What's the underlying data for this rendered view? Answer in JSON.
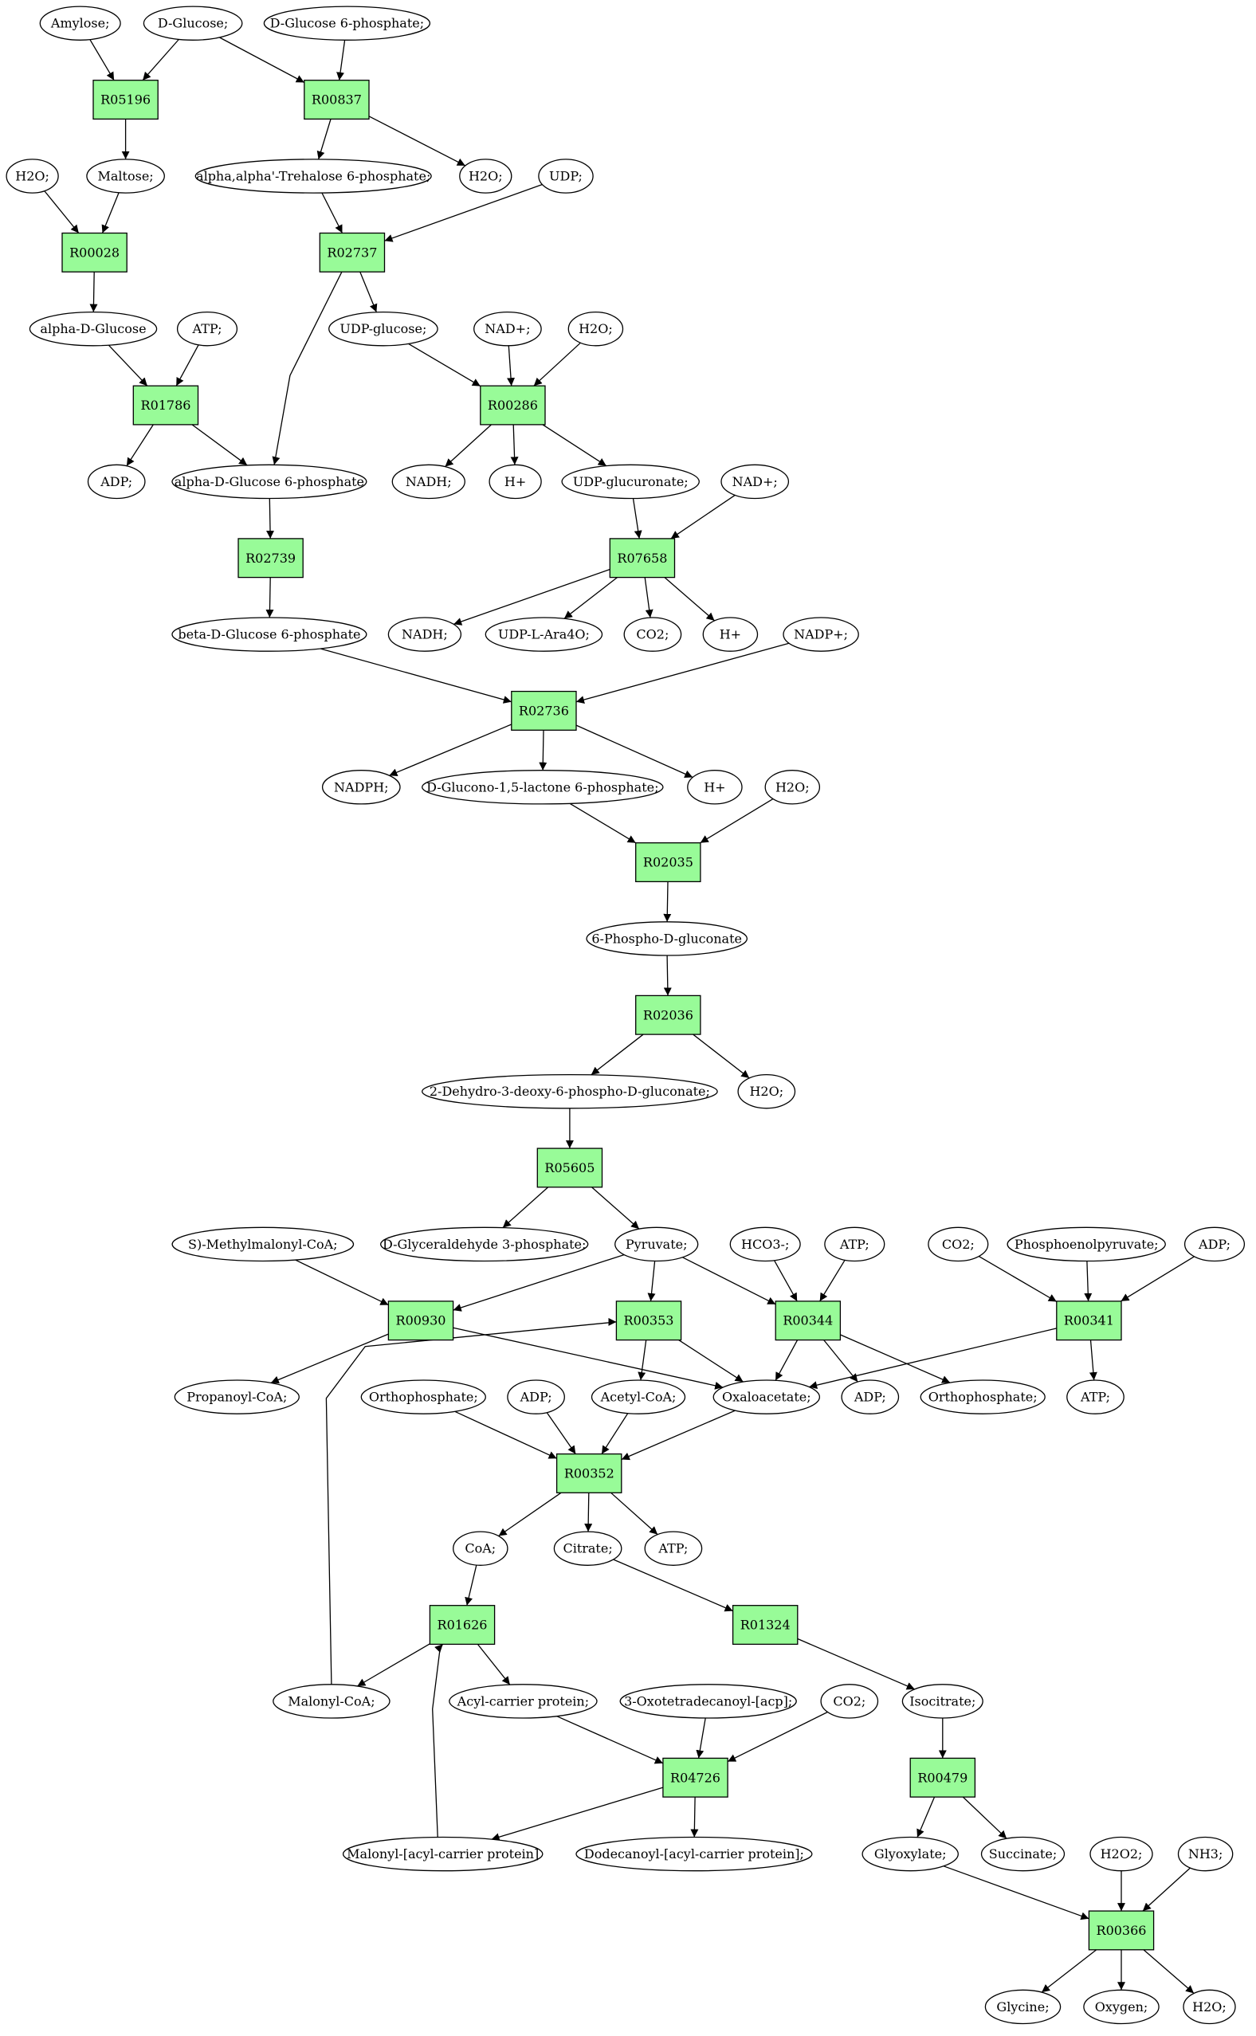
{
  "colors": {
    "reaction": "#98fb98",
    "metabolite": "#ffffff",
    "start": "#00ee00",
    "end": "#ffff00",
    "stroke": "#000000"
  },
  "nodes": {
    "amylose": "Amylose;",
    "dglucose": "D-Glucose;",
    "dg6p_top": "D-Glucose 6-phosphate;",
    "R05196": "R05196",
    "R00837": "R00837",
    "h2o_1": "H2O;",
    "maltose": "Maltose;",
    "trehalose6p": "alpha,alpha'-Trehalose 6-phosphate;",
    "h2o_2": "H2O;",
    "udp_1": "UDP;",
    "R00028": "R00028",
    "R02737": "R02737",
    "adglucose": "alpha-D-Glucose",
    "atp_1": "ATP;",
    "udpglucose": "UDP-glucose;",
    "nad_1": "NAD+;",
    "h2o_3": "H2O;",
    "R01786": "R01786",
    "R00286": "R00286",
    "adp_1": "ADP;",
    "adg6p": "alpha-D-Glucose 6-phosphate",
    "nadh_1": "NADH;",
    "hplus_1": "H+",
    "udpglucuronate": "UDP-glucuronate;",
    "nad_2": "NAD+;",
    "R02739": "R02739",
    "R07658": "R07658",
    "bdg6p": "beta-D-Glucose 6-phosphate",
    "nadh_2": "NADH;",
    "udplara4o": "UDP-L-Ara4O;",
    "co2_1": "CO2;",
    "hplus_2": "H+",
    "nadp": "NADP+;",
    "R02736": "R02736",
    "nadph": "NADPH;",
    "gluconolactone": "D-Glucono-1,5-lactone 6-phosphate;",
    "hplus_3": "H+",
    "h2o_4": "H2O;",
    "R02035": "R02035",
    "phosphogluconate": "6-Phospho-D-gluconate",
    "R02036": "R02036",
    "kdpg": "2-Dehydro-3-deoxy-6-phospho-D-gluconate;",
    "h2o_5": "H2O;",
    "R05605": "R05605",
    "methylmalonyl": "S)-Methylmalonyl-CoA;",
    "g3p": "D-Glyceraldehyde 3-phosphate;",
    "pyruvate": "Pyruvate;",
    "hco3": "HCO3-;",
    "atp_2": "ATP;",
    "co2_2": "CO2;",
    "pep": "Phosphoenolpyruvate;",
    "adp_2": "ADP;",
    "R00930": "R00930",
    "R00353": "R00353",
    "R00344": "R00344",
    "R00341": "R00341",
    "propanoylcoa": "Propanoyl-CoA;",
    "orthophosphate_1": "Orthophosphate;",
    "adp_3": "ADP;",
    "acetylcoa": "Acetyl-CoA;",
    "oxaloacetate": "Oxaloacetate;",
    "adp_4": "ADP;",
    "orthophosphate_2": "Orthophosphate;",
    "atp_3": "ATP;",
    "R00352": "R00352",
    "coa": "CoA;",
    "citrate": "Citrate;",
    "atp_4": "ATP;",
    "R01626": "R01626",
    "R01324": "R01324",
    "malonylcoa": "Malonyl-CoA;",
    "acp": "Acyl-carrier protein;",
    "oxotetradecanoyl": "3-Oxotetradecanoyl-[acp];",
    "co2_3": "CO2;",
    "isocitrate": "Isocitrate;",
    "R04726": "R04726",
    "R00479": "R00479",
    "malonylacp": "Malonyl-[acyl-carrier protein]",
    "dodecanoylacp": "Dodecanoyl-[acyl-carrier protein];",
    "glyoxylate": "Glyoxylate;",
    "succinate": "Succinate;",
    "h2o2": "H2O2;",
    "nh3": "NH3;",
    "R00366": "R00366",
    "glycine": "Glycine;",
    "oxygen": "Oxygen;",
    "h2o_6": "H2O;"
  }
}
